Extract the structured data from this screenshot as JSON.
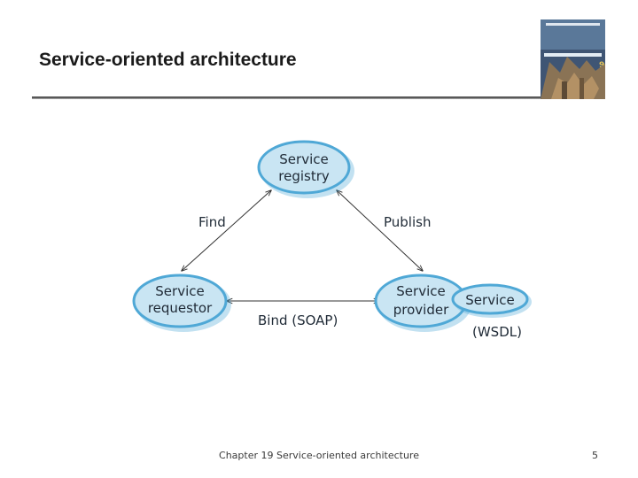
{
  "slide": {
    "title": "Service-oriented architecture",
    "footer": "Chapter 19 Service-oriented architecture",
    "page_number": "5"
  },
  "diagram": {
    "nodes": {
      "registry": {
        "line1": "Service",
        "line2": "registry"
      },
      "requestor": {
        "line1": "Service",
        "line2": "requestor"
      },
      "provider": {
        "line1": "Service",
        "line2": "provider"
      },
      "service": {
        "label": "Service"
      }
    },
    "edges": {
      "find": "Find",
      "publish": "Publish",
      "bind": "Bind (SOAP)",
      "wsdl": "(WSDL)"
    }
  },
  "colors": {
    "node_fill": "#c9e5f3",
    "node_stroke": "#4fa8d6",
    "text": "#1f2a36",
    "arrow": "#333333"
  },
  "cover_image": {
    "icon": "book-cover-image"
  }
}
